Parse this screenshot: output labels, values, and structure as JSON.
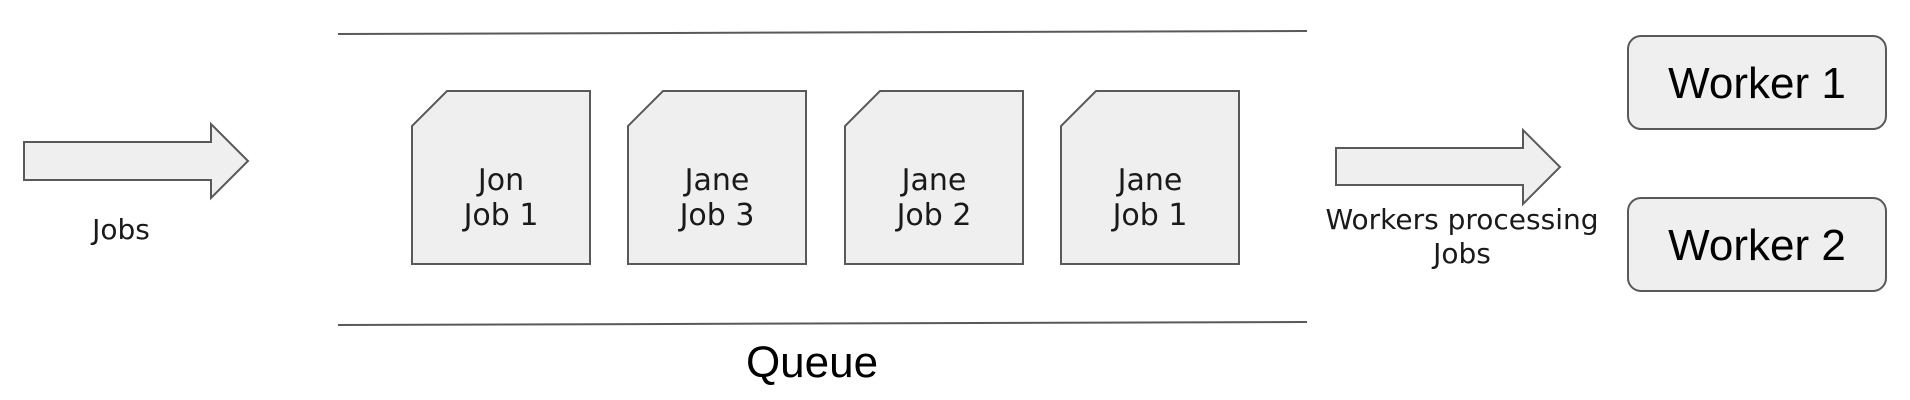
{
  "input_arrow": {
    "label": "Jobs"
  },
  "queue": {
    "label": "Queue",
    "jobs": [
      {
        "owner": "Jon",
        "job": "Job 1"
      },
      {
        "owner": "Jane",
        "job": "Job 3"
      },
      {
        "owner": "Jane",
        "job": "Job 2"
      },
      {
        "owner": "Jane",
        "job": "Job 1"
      }
    ]
  },
  "output_arrow": {
    "label_line1": "Workers processing",
    "label_line2": "Jobs"
  },
  "workers": [
    {
      "label": "Worker 1"
    },
    {
      "label": "Worker 2"
    }
  ],
  "colors": {
    "shape_fill": "#efefef",
    "stroke": "#595959",
    "text": "#1a1a1a"
  }
}
